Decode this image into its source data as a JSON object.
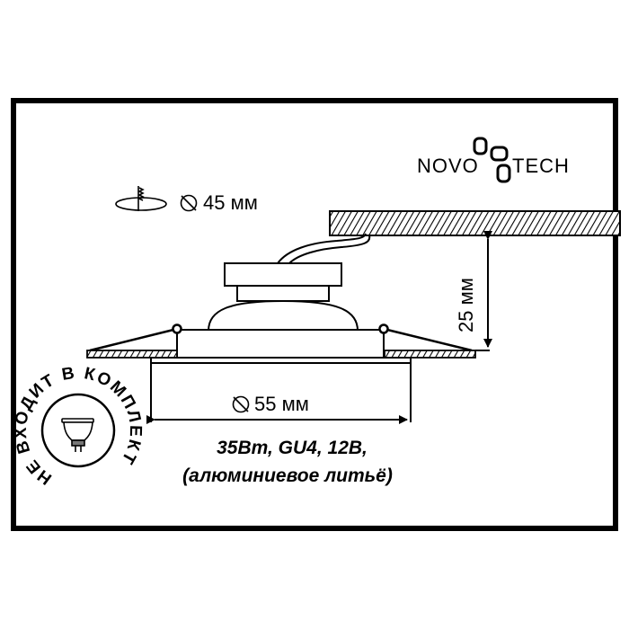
{
  "logo": {
    "brand_left": "NOVO",
    "brand_right": "TECH",
    "mark": "interlocking-rounded-squares"
  },
  "cutout": {
    "icon": "cutout-hole-icon",
    "diameter_symbol": "⌀",
    "label": "45 мм"
  },
  "depth": {
    "label": "25 мм"
  },
  "outer_diameter": {
    "diameter_symbol": "⌀",
    "label": "55 мм"
  },
  "specs": {
    "line1": "35Вт, GU4, 12В,",
    "line2": "(алюминиевое литьё)"
  },
  "badge": {
    "text": "НЕ ВХОДИТ В КОМПЛЕКТ",
    "icon": "mr11-lamp-icon"
  },
  "colors": {
    "stroke": "#000000",
    "background": "#ffffff"
  }
}
